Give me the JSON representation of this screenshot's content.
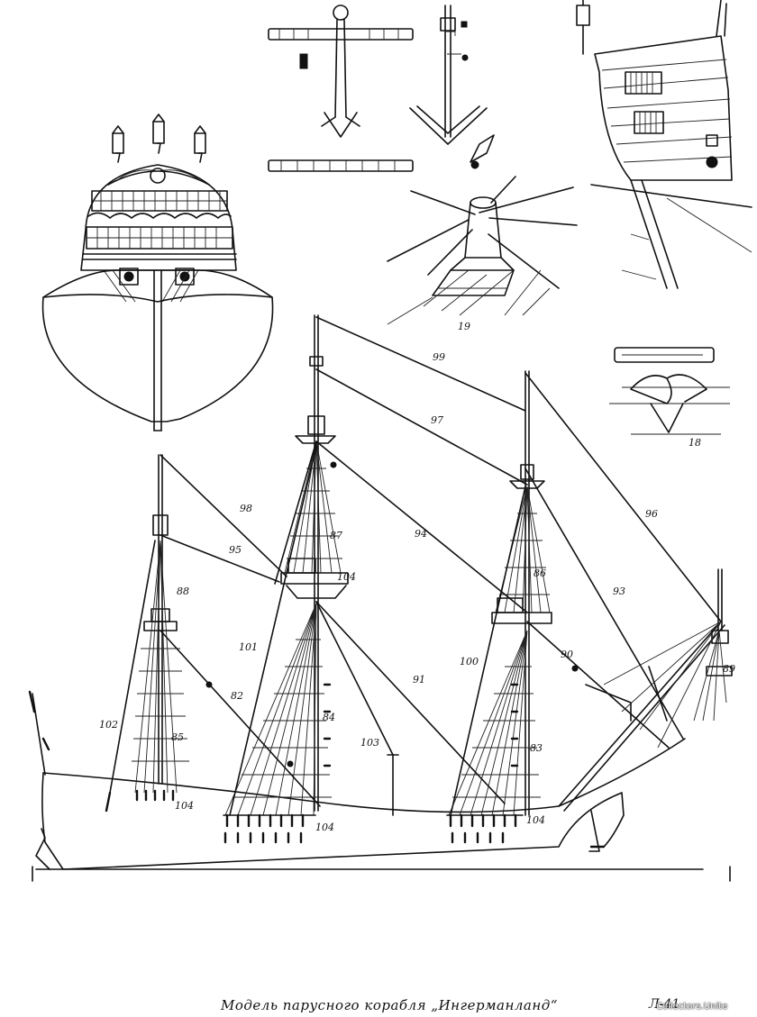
{
  "caption": "Модель парусного корабля „Ингерманланд“",
  "sheet_mark": "Л-41",
  "watermark": "Collectors.Unite",
  "detail_labels": [
    "19",
    "18"
  ],
  "rigging_labels": [
    "99",
    "97",
    "96",
    "98",
    "95",
    "87",
    "104",
    "94",
    "86",
    "93",
    "88",
    "101",
    "91",
    "90",
    "100",
    "89",
    "82",
    "84",
    "102",
    "85",
    "103",
    "83",
    "104",
    "104",
    "104"
  ]
}
